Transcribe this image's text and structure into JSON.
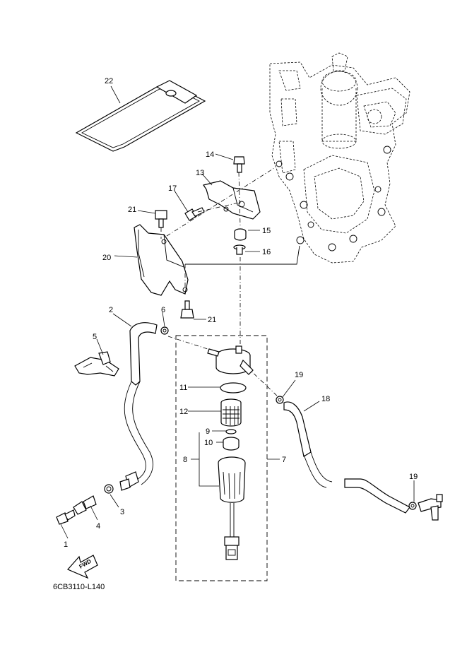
{
  "diagram": {
    "code": "6CB3110-L140",
    "direction_label": "FWD",
    "callouts": [
      {
        "key": "c1",
        "label": "1"
      },
      {
        "key": "c2",
        "label": "2"
      },
      {
        "key": "c3",
        "label": "3"
      },
      {
        "key": "c4",
        "label": "4"
      },
      {
        "key": "c5",
        "label": "5"
      },
      {
        "key": "c6",
        "label": "6"
      },
      {
        "key": "c7",
        "label": "7"
      },
      {
        "key": "c8",
        "label": "8"
      },
      {
        "key": "c9",
        "label": "9"
      },
      {
        "key": "c10",
        "label": "10"
      },
      {
        "key": "c11",
        "label": "11"
      },
      {
        "key": "c12",
        "label": "12"
      },
      {
        "key": "c13",
        "label": "13"
      },
      {
        "key": "c14",
        "label": "14"
      },
      {
        "key": "c15",
        "label": "15"
      },
      {
        "key": "c16",
        "label": "16"
      },
      {
        "key": "c17",
        "label": "17"
      },
      {
        "key": "c18",
        "label": "18"
      },
      {
        "key": "c19a",
        "label": "19"
      },
      {
        "key": "c19b",
        "label": "19"
      },
      {
        "key": "c20",
        "label": "20"
      },
      {
        "key": "c21a",
        "label": "21"
      },
      {
        "key": "c21b",
        "label": "21"
      },
      {
        "key": "c22",
        "label": "22"
      }
    ]
  }
}
